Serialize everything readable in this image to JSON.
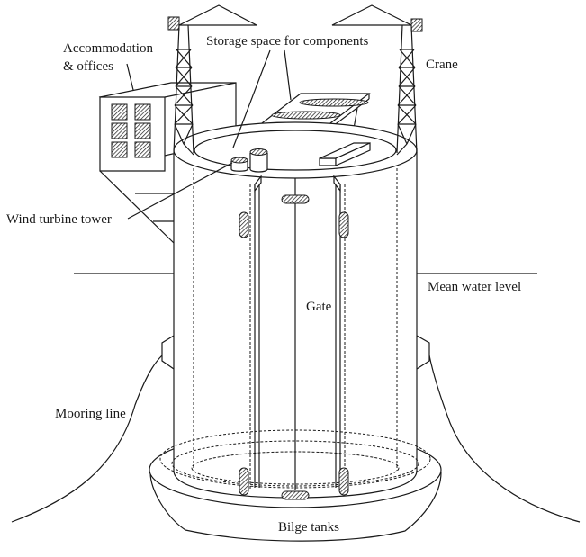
{
  "diagram": {
    "title": "Floating wind turbine installation platform",
    "labels": {
      "accommodation_line1": "Accommodation",
      "accommodation_line2": "& offices",
      "storage": "Storage space for components",
      "crane": "Crane",
      "wind_turbine_tower": "Wind turbine tower",
      "mean_water_level": "Mean water level",
      "gate": "Gate",
      "mooring_line": "Mooring line",
      "bilge_tanks": "Bilge tanks"
    },
    "colors": {
      "stroke": "#1a1a1a",
      "background": "#ffffff"
    }
  }
}
